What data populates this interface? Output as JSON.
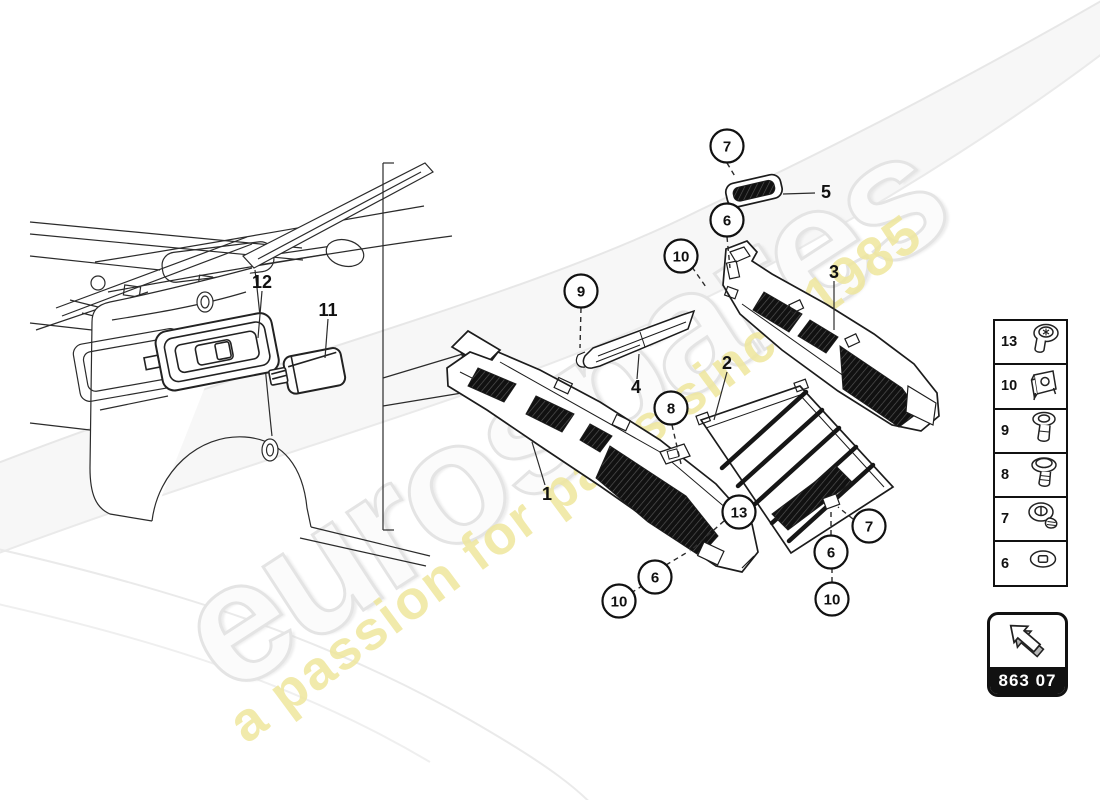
{
  "watermark": {
    "brand": "eurospares",
    "tagline": "a passion for parts since 1985",
    "brand_color": "#f0f0f0",
    "tagline_color": "#efe79d"
  },
  "diagram": {
    "title_hint": "engine cover trim exploded parts diagram",
    "part_labels": [
      {
        "text": "1"
      },
      {
        "text": "2"
      },
      {
        "text": "3"
      },
      {
        "text": "4"
      },
      {
        "text": "5"
      },
      {
        "text": "11"
      },
      {
        "text": "12"
      }
    ],
    "callouts": [
      {
        "text": "7"
      },
      {
        "text": "6"
      },
      {
        "text": "10"
      },
      {
        "text": "9"
      },
      {
        "text": "8"
      },
      {
        "text": "13"
      },
      {
        "text": "6"
      },
      {
        "text": "10"
      },
      {
        "text": "7"
      },
      {
        "text": "6"
      },
      {
        "text": "10"
      }
    ]
  },
  "sidebar": {
    "items": [
      {
        "number": "13",
        "icon": "torx-screw-icon"
      },
      {
        "number": "10",
        "icon": "clip-nut-icon"
      },
      {
        "number": "9",
        "icon": "shoulder-screw-icon"
      },
      {
        "number": "8",
        "icon": "washer-screw-icon"
      },
      {
        "number": "7",
        "icon": "expansion-grommet-icon"
      },
      {
        "number": "6",
        "icon": "washer-cap-icon"
      }
    ]
  },
  "footer": {
    "part_code": "863 07",
    "icon": "back-arrow-icon"
  }
}
